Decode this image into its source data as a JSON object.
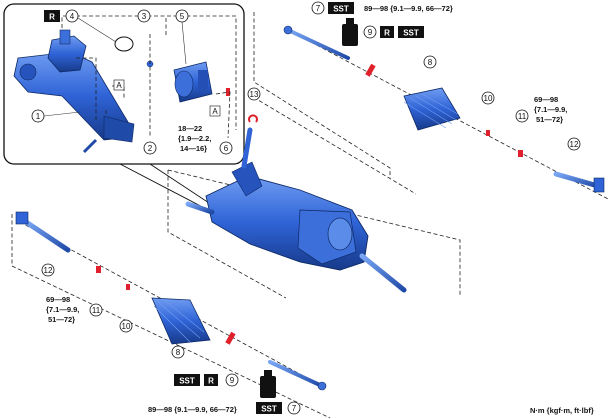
{
  "callouts": [
    "1",
    "2",
    "3",
    "4",
    "5",
    "6",
    "7",
    "8",
    "9",
    "10",
    "11",
    "12",
    "13"
  ],
  "tags": {
    "R": "R",
    "SST": "SST"
  },
  "torque": {
    "inner_tie_rod": "89—98 {9.1—9.9, 66—72}",
    "inset_bolt": [
      "18—22",
      "{1.9—2.2,",
      "14—16}"
    ],
    "locknut": [
      "69—98",
      "{7.1—9.9,",
      "51—72}"
    ]
  },
  "mark_a": "A",
  "units": "N·m {kgf·m, ft·lbf}",
  "colors": {
    "part_blue": "#2f63d6",
    "part_dark": "#1b3d8c",
    "accent_red": "#e0202a",
    "tag_bg": "#111111"
  }
}
